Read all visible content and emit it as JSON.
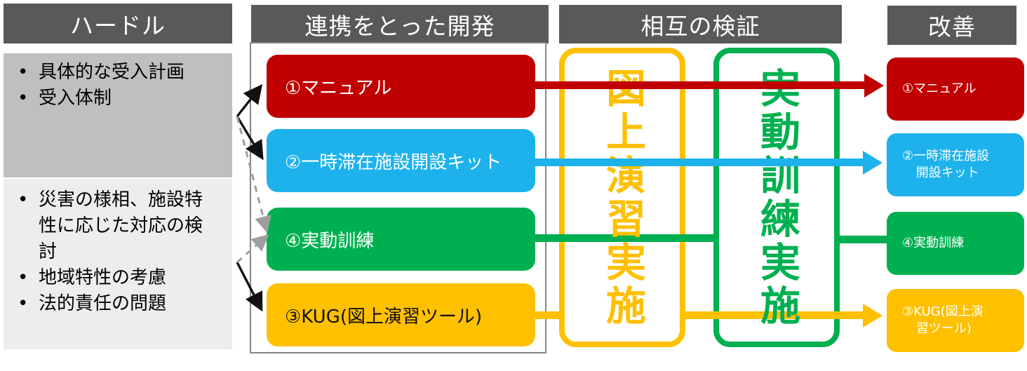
{
  "headers": [
    {
      "label": "ハードル"
    },
    {
      "label": "連携をとった開発"
    },
    {
      "label": "相互の検証"
    },
    {
      "label": "改善"
    }
  ],
  "bullet": "•",
  "hurdles": {
    "group1": [
      "具体的な受入計画",
      "受入体制"
    ],
    "group2": [
      "災害の様相、施設特\n性に応じた対応の検\n討",
      "地域特性の考慮",
      "法的責任の問題"
    ]
  },
  "development": {
    "items": [
      {
        "label": "①マニュアル",
        "color": "#C00000"
      },
      {
        "label": "②一時滞在施設開設キット",
        "color": "#1EB2EC"
      },
      {
        "label": "④実動訓練",
        "color": "#00B050"
      },
      {
        "label": "③KUG(図上演習ツール)",
        "color": "#FFC000"
      }
    ]
  },
  "verification": {
    "columns": [
      {
        "label": "図上演習実施",
        "color": "#FFC000"
      },
      {
        "label": "実動訓練実施",
        "color": "#00B050"
      }
    ]
  },
  "improvement": {
    "items": [
      {
        "label": "①マニュアル",
        "color": "#C00000"
      },
      {
        "label": "②一時滞在施設\n開設キット",
        "color": "#1EB2EC"
      },
      {
        "label": "④実動訓練",
        "color": "#00B050"
      },
      {
        "label": "③KUG(図上演\n習ツール)",
        "color": "#FFC000"
      }
    ]
  },
  "colors": {
    "header_bg": "#595959",
    "hurdle_box1_bg": "#BFBFBF",
    "hurdle_box2_bg": "#EDEDEE",
    "red": "#C00000",
    "blue": "#1EB2EC",
    "green": "#00B050",
    "yellow": "#FFC000",
    "connector_black": "#111111",
    "connector_gray": "#9E9E9E",
    "container_border": "#858585"
  }
}
